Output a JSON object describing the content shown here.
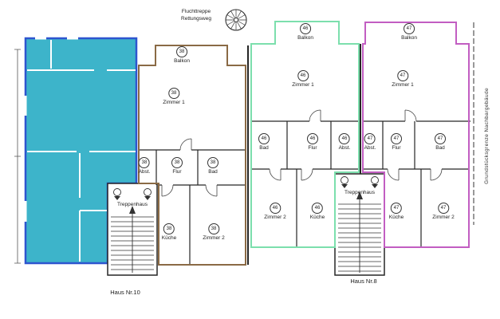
{
  "annotations": {
    "escape_line1": "Fluchttreppe",
    "escape_line2": "Rettungsweg",
    "boundary_label": "Grundstücksgrenze  Nachbargebäude",
    "house_left": "Haus Nr.10",
    "house_right": "Haus Nr.8",
    "stairwell": "Treppenhaus"
  },
  "colors": {
    "highlight_fill": "#3db4ca",
    "highlight_stroke": "#2e55cf",
    "unit38": "#8a6a45",
    "unit46": "#7cdfad",
    "unit47": "#c25ec2",
    "wall": "#262626"
  },
  "units": {
    "u38": {
      "number": "38",
      "rooms": {
        "balkon": "Balkon",
        "zimmer1": "Zimmer 1",
        "abst": "Abst.",
        "flur": "Flur",
        "bad": "Bad",
        "kueche": "Küche",
        "zimmer2": "Zimmer 2"
      }
    },
    "u46": {
      "number": "46",
      "rooms": {
        "balkon": "Balkon",
        "zimmer1": "Zimmer 1",
        "bad": "Bad",
        "flur": "Flur",
        "abst": "Abst.",
        "zimmer2": "Zimmer 2",
        "kueche": "Küche"
      }
    },
    "u47": {
      "number": "47",
      "rooms": {
        "balkon": "Balkon",
        "zimmer1": "Zimmer 1",
        "abst": "Abst.",
        "flur": "Flur",
        "bad": "Bad",
        "kueche": "Küche",
        "zimmer2": "Zimmer 2"
      }
    }
  }
}
